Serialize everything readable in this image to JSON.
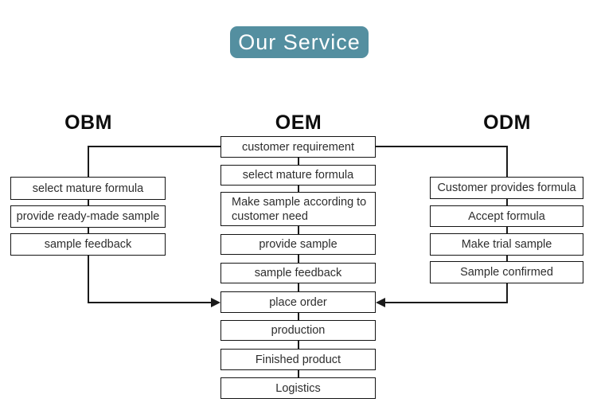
{
  "title": {
    "label": "Our Service",
    "bg_color": "#548fa0",
    "text_color": "#ffffff"
  },
  "diagram": {
    "type": "flowchart",
    "line_color": "#1a1a1a",
    "columns": [
      {
        "id": "obm",
        "header": "OBM",
        "boxes": [
          "select mature formula",
          "provide ready-made sample",
          "sample feedback"
        ],
        "flows_into": "place order"
      },
      {
        "id": "oem",
        "header": "OEM",
        "boxes": [
          "customer requirement",
          "select mature formula",
          "Make sample according to customer need",
          "provide sample",
          "sample feedback",
          "place order",
          "production",
          "Finished product",
          "Logistics"
        ]
      },
      {
        "id": "odm",
        "header": "ODM",
        "boxes": [
          "Customer provides formula",
          "Accept formula",
          "Make trial sample",
          "Sample confirmed"
        ],
        "flows_into": "place order"
      }
    ]
  }
}
